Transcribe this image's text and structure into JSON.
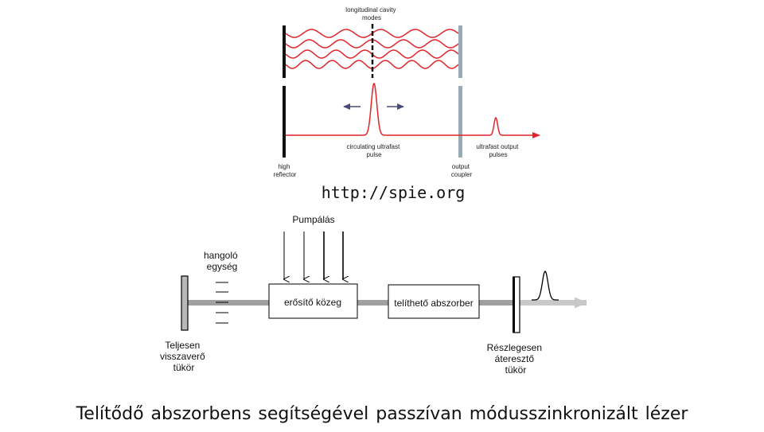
{
  "colors": {
    "wave": "#e0242a",
    "mirror_high": "#111111",
    "mirror_output": "#9aaab2",
    "arrow": "#4a4a7a",
    "beam": "#a0a0a0",
    "beam_out": "#c8c8c8"
  },
  "top": {
    "modes_label": [
      "longitudinal cavity",
      "modes"
    ],
    "high_reflector": [
      "high",
      "reflector"
    ],
    "pulse_label": [
      "circulating ultrafast",
      "pulse"
    ],
    "output_coupler": [
      "output",
      "coupler"
    ],
    "output_pulses": [
      "ultrafast output",
      "pulses"
    ]
  },
  "source": "http://spie.org",
  "bottom": {
    "pump_label": "Pumpálás",
    "tuning_unit": [
      "hangoló",
      "egység"
    ],
    "gain_medium": "erősítő közeg",
    "saturable_absorber": "telíthető abszorber",
    "full_mirror": [
      "Teljesen",
      "visszaverő",
      "tükör"
    ],
    "partial_mirror": [
      "Részlegesen",
      "áteresztő",
      "tükör"
    ]
  },
  "caption": "Telítődő abszorbens segítségével passzívan módusszinkronizált lézer"
}
